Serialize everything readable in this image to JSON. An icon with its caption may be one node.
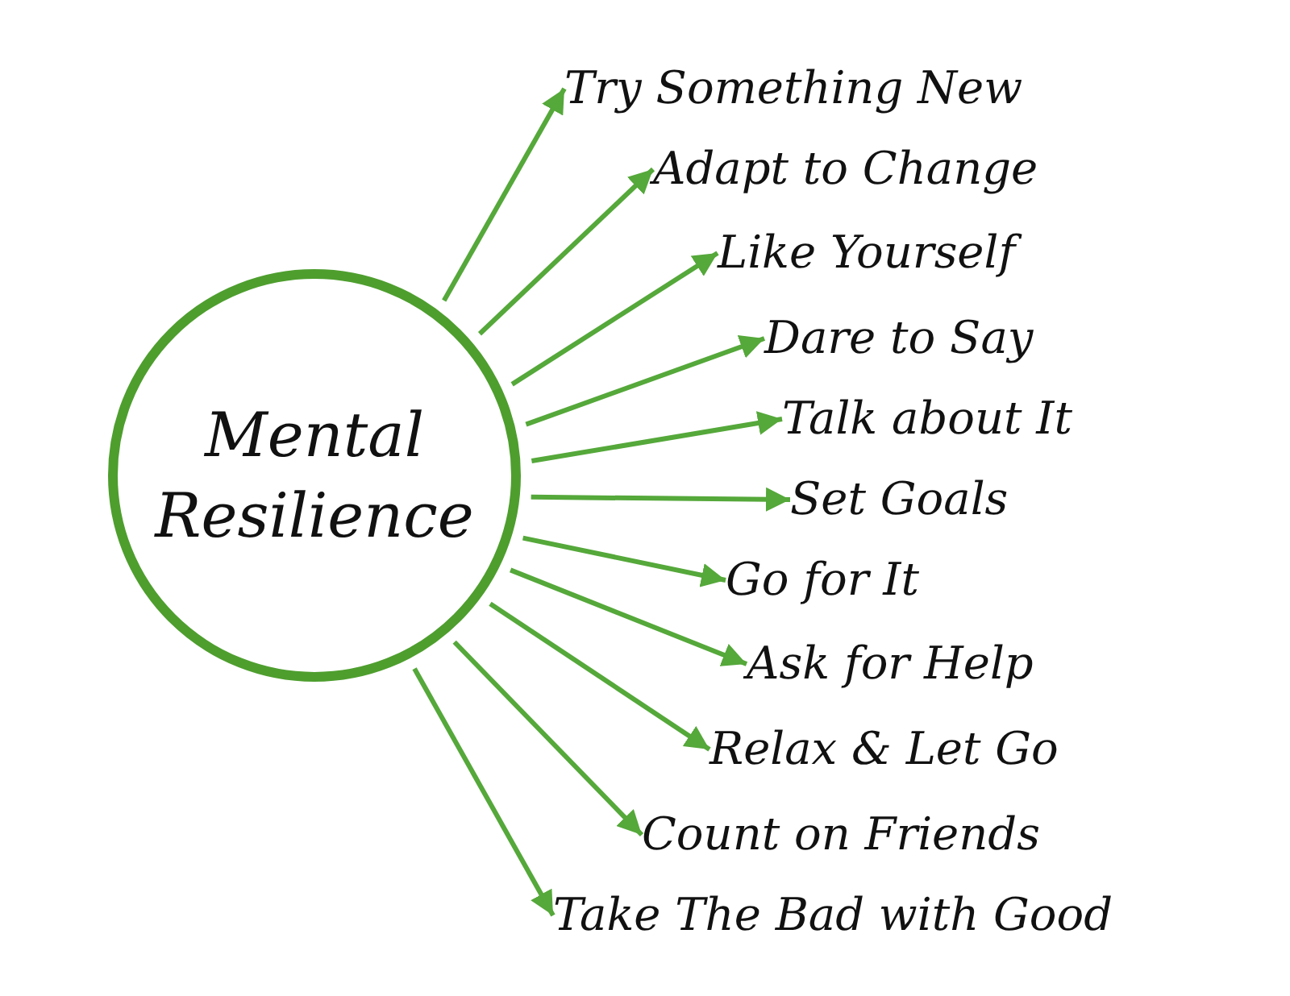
{
  "diagram": {
    "nodes": [
      {
        "text": [
          "Mental Resilience"
        ]
      },
      {
        "text": [
          "Try Something New"
        ]
      },
      {
        "text": [
          "Adapt to Change"
        ]
      },
      {
        "text": [
          "Like Yourself"
        ]
      },
      {
        "text": [
          "Dare to Say"
        ]
      },
      {
        "text": [
          "Talk about It"
        ]
      },
      {
        "text": [
          "Set Goals"
        ]
      },
      {
        "text": [
          "Go for It"
        ]
      },
      {
        "text": [
          "Ask for Help"
        ]
      },
      {
        "text": [
          "Relax & Let Go"
        ]
      },
      {
        "text": [
          "Count on Friends"
        ]
      },
      {
        "text": [
          "Take The Bad with Good"
        ]
      }
    ],
    "edges": [
      {
        "from": 0,
        "to": 1,
        "arrow": "to"
      },
      {
        "from": 0,
        "to": 2,
        "arrow": "to"
      },
      {
        "from": 0,
        "to": 3,
        "arrow": "to"
      },
      {
        "from": 0,
        "to": 4,
        "arrow": "to"
      },
      {
        "from": 0,
        "to": 5,
        "arrow": "to"
      },
      {
        "from": 0,
        "to": 6,
        "arrow": "to"
      },
      {
        "from": 0,
        "to": 7,
        "arrow": "to"
      },
      {
        "from": 0,
        "to": 8,
        "arrow": "to"
      },
      {
        "from": 0,
        "to": 9,
        "arrow": "to"
      },
      {
        "from": 0,
        "to": 10,
        "arrow": "to"
      },
      {
        "from": 0,
        "to": 11,
        "arrow": "to"
      }
    ]
  }
}
